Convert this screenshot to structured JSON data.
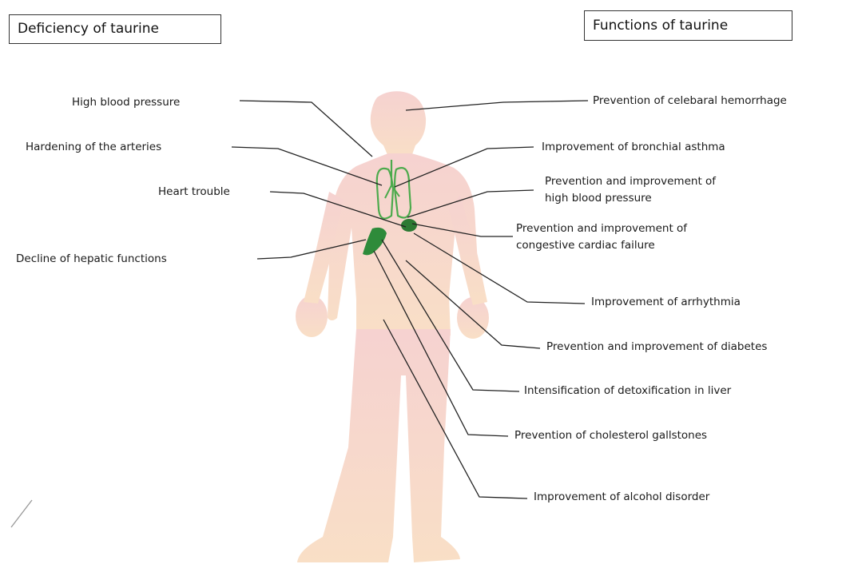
{
  "headers": {
    "deficiency": "Deficiency of taurine",
    "functions": "Functions of taurine"
  },
  "deficiencies": [
    "High blood pressure",
    "Hardening of the arteries",
    "Heart trouble",
    "Decline of hepatic functions"
  ],
  "functions": [
    "Prevention of celebaral hemorrhage",
    "Improvement of bronchial asthma",
    "Prevention and improvement of",
    "high blood pressure",
    "Prevention and improvement of",
    "congestive cardiac failure",
    "Improvement of arrhythmia",
    "Prevention and improvement of diabetes",
    "Intensification of detoxification in liver",
    "Prevention of cholesterol gallstones",
    "Improvement of alcohol disorder"
  ],
  "colors": {
    "upper_body": "#f6d4d2",
    "lower_body": "#f8dcc4",
    "organ_outline": "#4caa4c",
    "liver": "#2e8b3a",
    "heart": "#2c7a33",
    "leader_line": "#222222"
  }
}
